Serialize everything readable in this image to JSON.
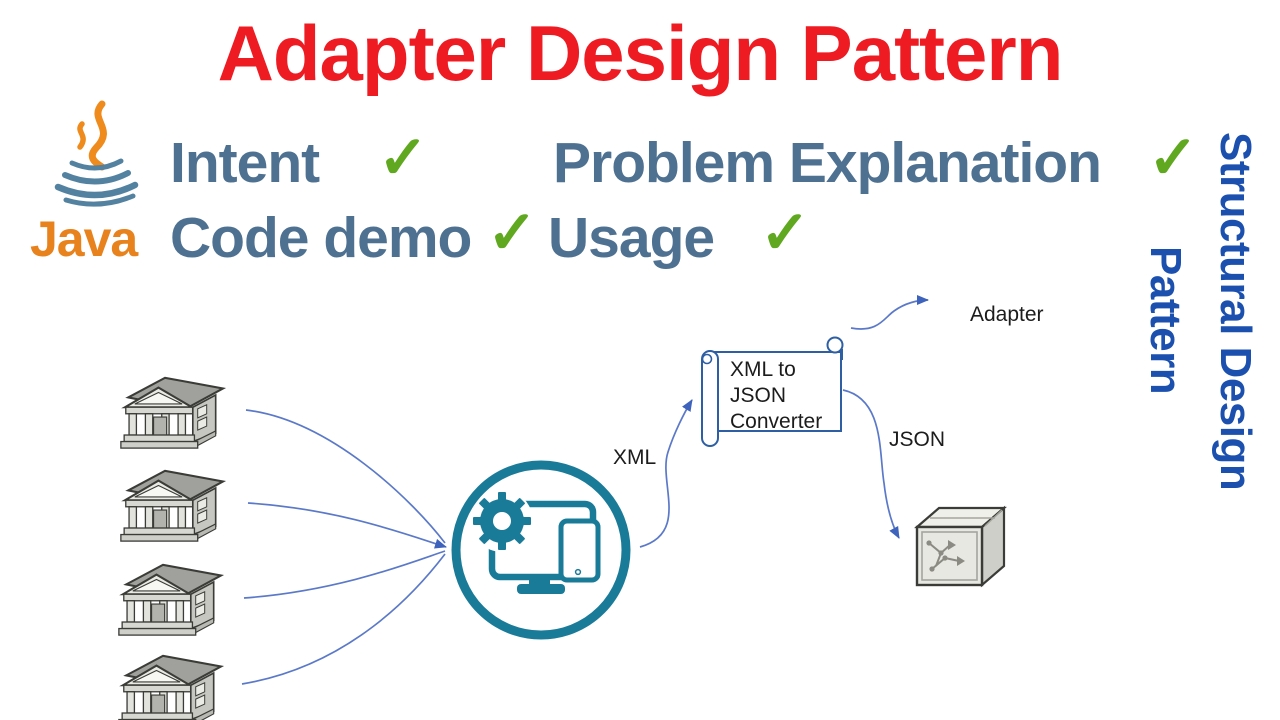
{
  "header": {
    "title": "Adapter Design Pattern"
  },
  "branding": {
    "java_label": "Java"
  },
  "topics": {
    "check_glyph": "✓",
    "items": [
      {
        "label": "Intent",
        "checked": true
      },
      {
        "label": "Problem Explanation",
        "checked": true
      },
      {
        "label": "Code demo",
        "checked": true
      },
      {
        "label": "Usage",
        "checked": true
      }
    ]
  },
  "side_banner": {
    "lines": [
      "Structural Design",
      "Pattern"
    ]
  },
  "diagram": {
    "labels": {
      "xml": "XML",
      "json": "JSON",
      "adapter": "Adapter"
    },
    "converter_lines": [
      "XML to",
      "JSON",
      "Converter"
    ],
    "icons": [
      "java-logo",
      "bank-icon",
      "gear-icon",
      "monitor-icon",
      "tablet-icon",
      "scroll-shape",
      "package-box-icon"
    ]
  },
  "colors": {
    "title_red": "#ee1b23",
    "topic_blue": "#4e7191",
    "check_green": "#5fa81f",
    "banner_blue": "#1b50af",
    "circle_teal": "#1a7b99",
    "arrow_blue": "#5b79c9",
    "scroll_outline_blue": "#2e5fa3",
    "java_orange": "#e8821c",
    "java_cup_blue": "#5382a1"
  }
}
